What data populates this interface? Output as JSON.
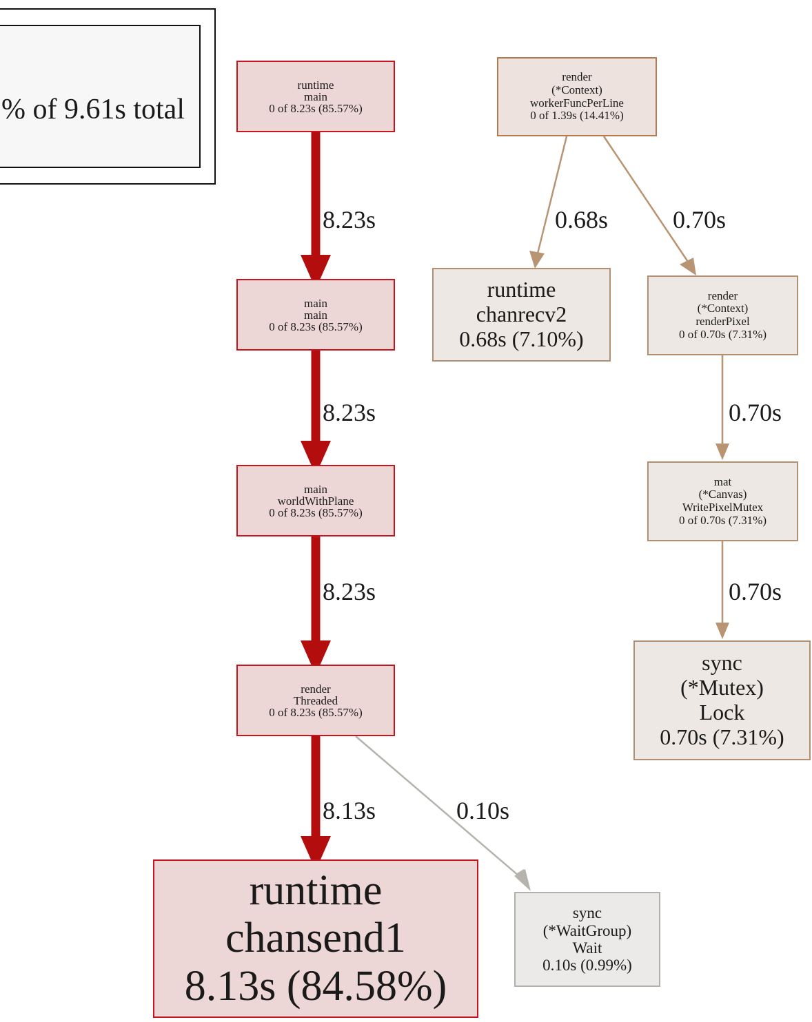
{
  "legend": {
    "text": "% of 9.61s total"
  },
  "nodes": {
    "runtime_main": {
      "lines": [
        "runtime",
        "main",
        "0 of 8.23s (85.57%)"
      ]
    },
    "main_main": {
      "lines": [
        "main",
        "main",
        "0 of 8.23s (85.57%)"
      ]
    },
    "main_world": {
      "lines": [
        "main",
        "worldWithPlane",
        "0 of 8.23s (85.57%)"
      ]
    },
    "render_threaded": {
      "lines": [
        "render",
        "Threaded",
        "0 of 8.23s (85.57%)"
      ]
    },
    "runtime_chansend1": {
      "lines": [
        "runtime",
        "chansend1",
        "8.13s (84.58%)"
      ]
    },
    "sync_waitgroup": {
      "lines": [
        "sync",
        "(*WaitGroup)",
        "Wait",
        "0.10s (0.99%)"
      ]
    },
    "render_worker": {
      "lines": [
        "render",
        "(*Context)",
        "workerFuncPerLine",
        "0 of 1.39s (14.41%)"
      ]
    },
    "runtime_chanrecv2": {
      "lines": [
        "runtime",
        "chanrecv2",
        "0.68s (7.10%)"
      ]
    },
    "render_pixel": {
      "lines": [
        "render",
        "(*Context)",
        "renderPixel",
        "0 of 0.70s (7.31%)"
      ]
    },
    "mat_canvas": {
      "lines": [
        "mat",
        "(*Canvas)",
        "WritePixelMutex",
        "0 of 0.70s (7.31%)"
      ]
    },
    "sync_mutex": {
      "lines": [
        "sync",
        "(*Mutex)",
        "Lock",
        "0.70s (7.31%)"
      ]
    }
  },
  "edges": {
    "e1": "8.23s",
    "e2": "8.23s",
    "e3": "8.23s",
    "e4": "8.13s",
    "e5": "0.10s",
    "e6": "0.68s",
    "e7": "0.70s",
    "e8": "0.70s",
    "e9": "0.70s"
  },
  "colors": {
    "hot_edge": "#b30d0d",
    "warm_edge": "#b89472",
    "cool_edge": "#b5b3ac"
  }
}
